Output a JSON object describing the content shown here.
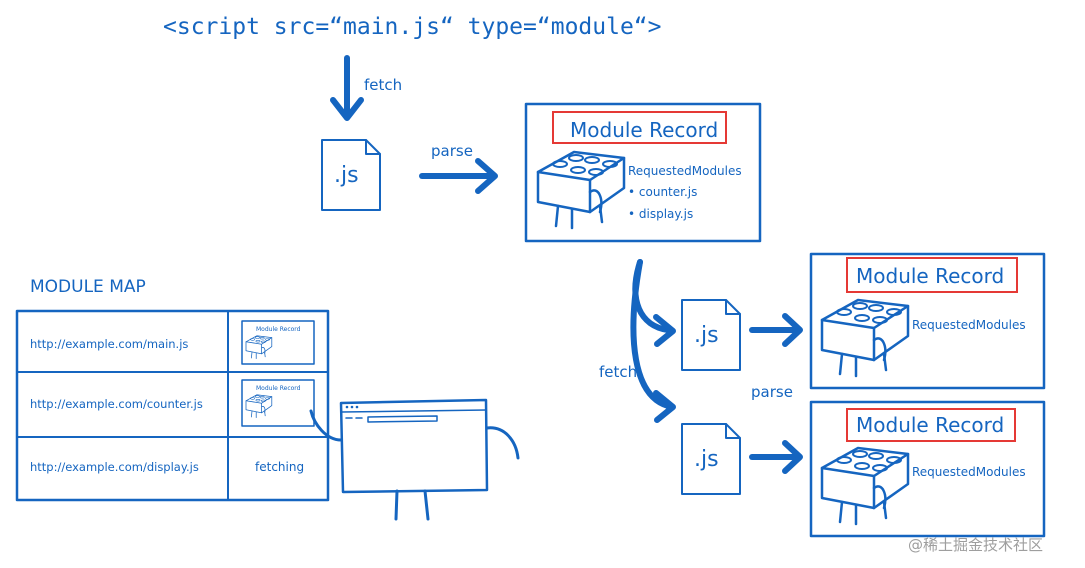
{
  "script_tag": "<script src=“main.js“ type=“module“>",
  "labels": {
    "fetch_top": "fetch",
    "parse_top": "parse",
    "fetch_right": "fetch",
    "parse_right": "parse",
    "js_file": ".js"
  },
  "module_record_main": {
    "title": "Module Record",
    "requested_title": "RequestedModules",
    "requested_items": [
      "• counter.js",
      "• display.js"
    ]
  },
  "module_record_counter": {
    "title": "Module Record",
    "requested_title": "RequestedModules"
  },
  "module_record_display": {
    "title": "Module Record",
    "requested_title": "RequestedModules"
  },
  "module_map": {
    "title": "MODULE MAP",
    "rows": [
      {
        "url": "http://example.com/main.js",
        "entry": "Module Record"
      },
      {
        "url": "http://example.com/counter.js",
        "entry": "Module Record"
      },
      {
        "url": "http://example.com/display.js",
        "entry": "fetching"
      }
    ]
  },
  "watermark": "@稀土掘金技术社区",
  "colors": {
    "ink": "#1565c0",
    "highlight": "#e53935",
    "watermark": "#9e9e9e"
  }
}
